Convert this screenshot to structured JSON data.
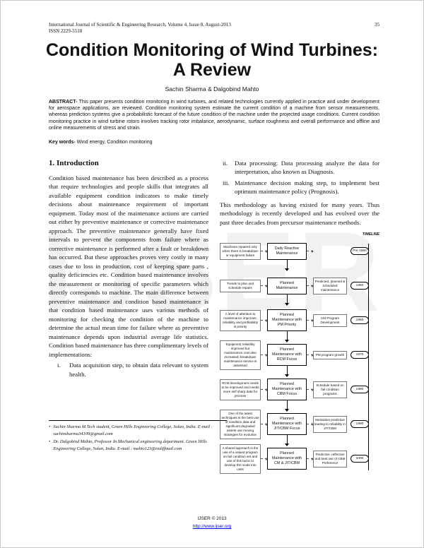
{
  "header": {
    "journal_line": "International Journal of Scientific & Engineering Research, Volume 4, Issue 8, August-2013",
    "page_number": "35",
    "issn": "ISSN 2229-5518"
  },
  "title": {
    "line1": "Condition Monitoring of Wind Turbines:",
    "line2": "A Review",
    "authors": "Sachin Sharma & Dalgobind Mahto"
  },
  "abstract": {
    "label": "ABSTRACT-",
    "text": " This paper presents condition monitoring in wind turbines, and related technologies currently applied in practice and under development for aerospace applications, are reviewed. Condition monitoring system estimate the current condition of a machine from sensor measurements, whereas prediction systems give a probabilistic forecast of the future condition of the machine under the projected usage conditions. Current condition monitoring practice in wind turbine rotors involves tracking rotor imbalance, aerodynamic, surface roughness and overall performance and offline and online measurements of stress and strain."
  },
  "keywords": {
    "label": "Key words-",
    "text": " Wind energy, Condition monitoring"
  },
  "intro": {
    "heading": "1. Introduction",
    "left_paragraph": "Condition based maintenance has been described as a process that require technologies and people skills that integrates all available equipment condition indicators to make timely decisions about maintenance requirement of important equipment. Today most of the maintenance actions are carried out either by preventive maintenance or corrective maintenance approach. The preventive maintenance generally have fixed intervals to prevent the components from failure where as corrective maintenance is performed after a fault or breakdown has occurred. But these approaches proves very costly in many cases due to loss in production, cost of keeping spare parts , quality deficiencies etc. Condition based maintenance involves the measurement or monitoring of specific parameters which directly corresponds to machine. The main difference between preventive maintenance and condition based maintenance is that condition based maintenance uses various methods of monitoring for checking the condition of the machine to determine the actual mean time for failure where as preventive maintenance depends upon industrial average life statistics. Condition based maintenance has three complimentary levels of implementations:",
    "item_i_num": "i.",
    "item_i_text": "Data acquisition step, to obtain data relevant to system health.",
    "item_ii_num": "ii.",
    "item_ii_text": "Data processing: Data processing analyze the data for interpretation, also known as Diagnosis.",
    "item_iii_num": "iii.",
    "item_iii_text": "Maintenance decision making step, to implement best optimum maintenance policy (Prognosis).",
    "right_paragraph": "This methodology as having existed for many years. Thus methodology is recently developed and has evolved over the past three decades from precursor maintenance methods."
  },
  "diagram": {
    "timeline_label": "TIMELINE",
    "rows": [
      {
        "left": "Machines repaired only when there is breakdown or equipment failure",
        "main": "Daily Reactive Maintenance",
        "right": "",
        "year": "Pre 1950"
      },
      {
        "left": "Trends to plan and schedule repairs",
        "main": "Planned Maintenance",
        "right": "Predicted, planned & scheduled maintenance",
        "year": "1950"
      },
      {
        "left": "A level of attention to maintenance improves; reliability and profitability is priority",
        "main": "Planned Maintenance with PM Priority",
        "right": "CM Program Development",
        "year": "1960"
      },
      {
        "left": "Equipment reliability improved but maintenance cost also increased; breakdown maintenance service is assessed",
        "main": "Planned Maintenance with RCM Focus",
        "right": "PM program growth",
        "year": "1970"
      },
      {
        "left": "RCM development needs to be improved and needs more self sharp data for process",
        "main": "Planned Maintenance with CBM Focus",
        "right": "Schedule based on fail condition programs",
        "year": "1980"
      },
      {
        "left": "One of the latest techniques is the best use of condition data and significant degraded assets use moving strategies for evolution",
        "main": "Planned Maintenance with JIT/CBM Focus",
        "right": "Motivation predictive leading to reliability in JIT/CBM",
        "year": "1990"
      },
      {
        "left": "A shared approach is the use of a valued program on fail condition set and use of this tactic to develop the mode into units",
        "main": "Planned Maintenance with CM & JIT/CBM",
        "right": "Predictive, reflective and best use of CBM Preference",
        "year": "2000"
      }
    ]
  },
  "footnotes": [
    "Sachin Sharma  M.Tech student, Green Hills Engineering College, Solan, India.  E-mail : sachinsharma34109@gmail.com",
    "Dr. Dalgobind Mahto, Professor In Mechanical engineering department. Green Hills Engineering College, Solan, India.  E-mail : mahto123@rediffmail.com"
  ],
  "footer": {
    "copyright": "IJSER © 2013",
    "url": "http://www.ijser.org"
  },
  "watermark": "IJSER",
  "colors": {
    "link": "#0000ee",
    "watermark": "rgba(0,0,0,0.055)"
  }
}
